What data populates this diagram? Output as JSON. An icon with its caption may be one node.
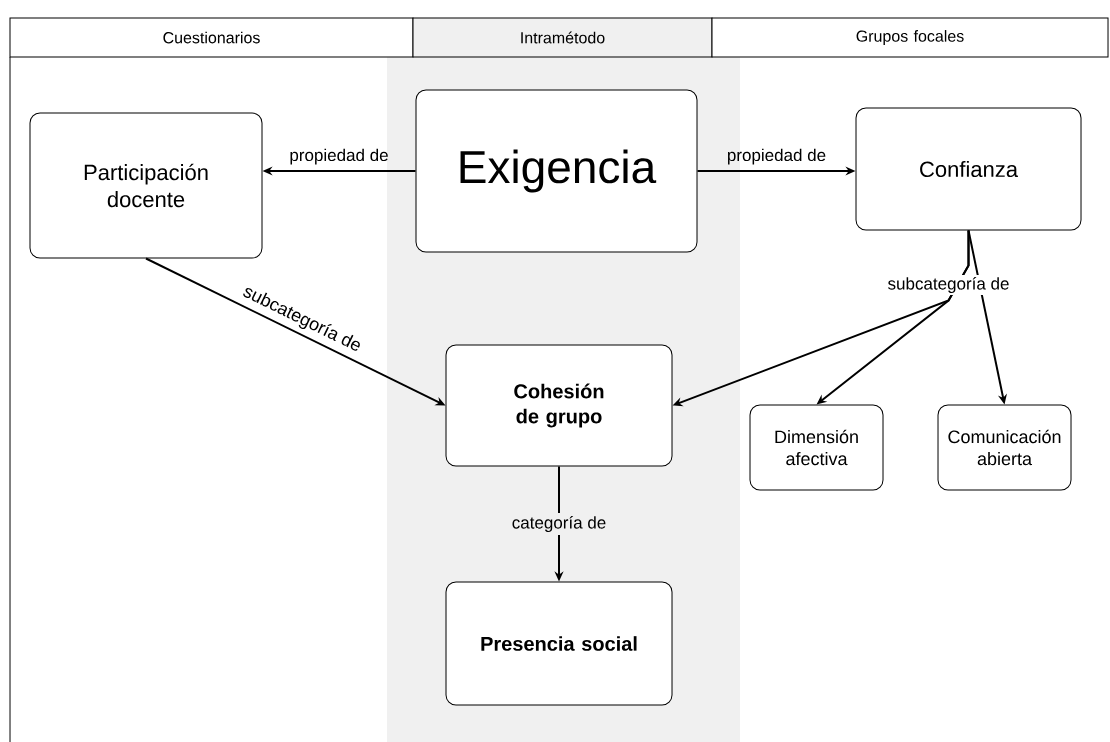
{
  "diagram": {
    "nodes": [
      {
        "text": [
          "Cuestionarios"
        ]
      },
      {
        "text": [
          "Intramétodo"
        ]
      },
      {
        "text": [
          "Grupos focales"
        ]
      },
      {
        "text": [
          "Participación docente"
        ]
      },
      {
        "text": [
          "Exigencia"
        ]
      },
      {
        "text": [
          "Confianza"
        ]
      },
      {
        "text": [
          "Cohesión de grupo"
        ]
      },
      {
        "text": [
          "Dimensión afectiva"
        ]
      },
      {
        "text": [
          "Comunicación abierta"
        ]
      },
      {
        "text": [
          "Presencia social"
        ]
      }
    ],
    "edges": [
      {
        "from": 4,
        "to": 3,
        "arrow": "to",
        "label": "propiedad de"
      },
      {
        "from": 4,
        "to": 5,
        "arrow": "to",
        "label": "propiedad de"
      },
      {
        "from": 3,
        "to": 6,
        "arrow": "to",
        "label": "subcategoría de"
      },
      {
        "from": 5,
        "to": 6,
        "arrow": "to",
        "label": "subcategoría de"
      },
      {
        "from": 5,
        "to": 7,
        "arrow": "to"
      },
      {
        "from": 5,
        "to": 8,
        "arrow": "to"
      },
      {
        "from": 6,
        "to": 9,
        "arrow": "to",
        "label": "categoría de"
      }
    ]
  }
}
